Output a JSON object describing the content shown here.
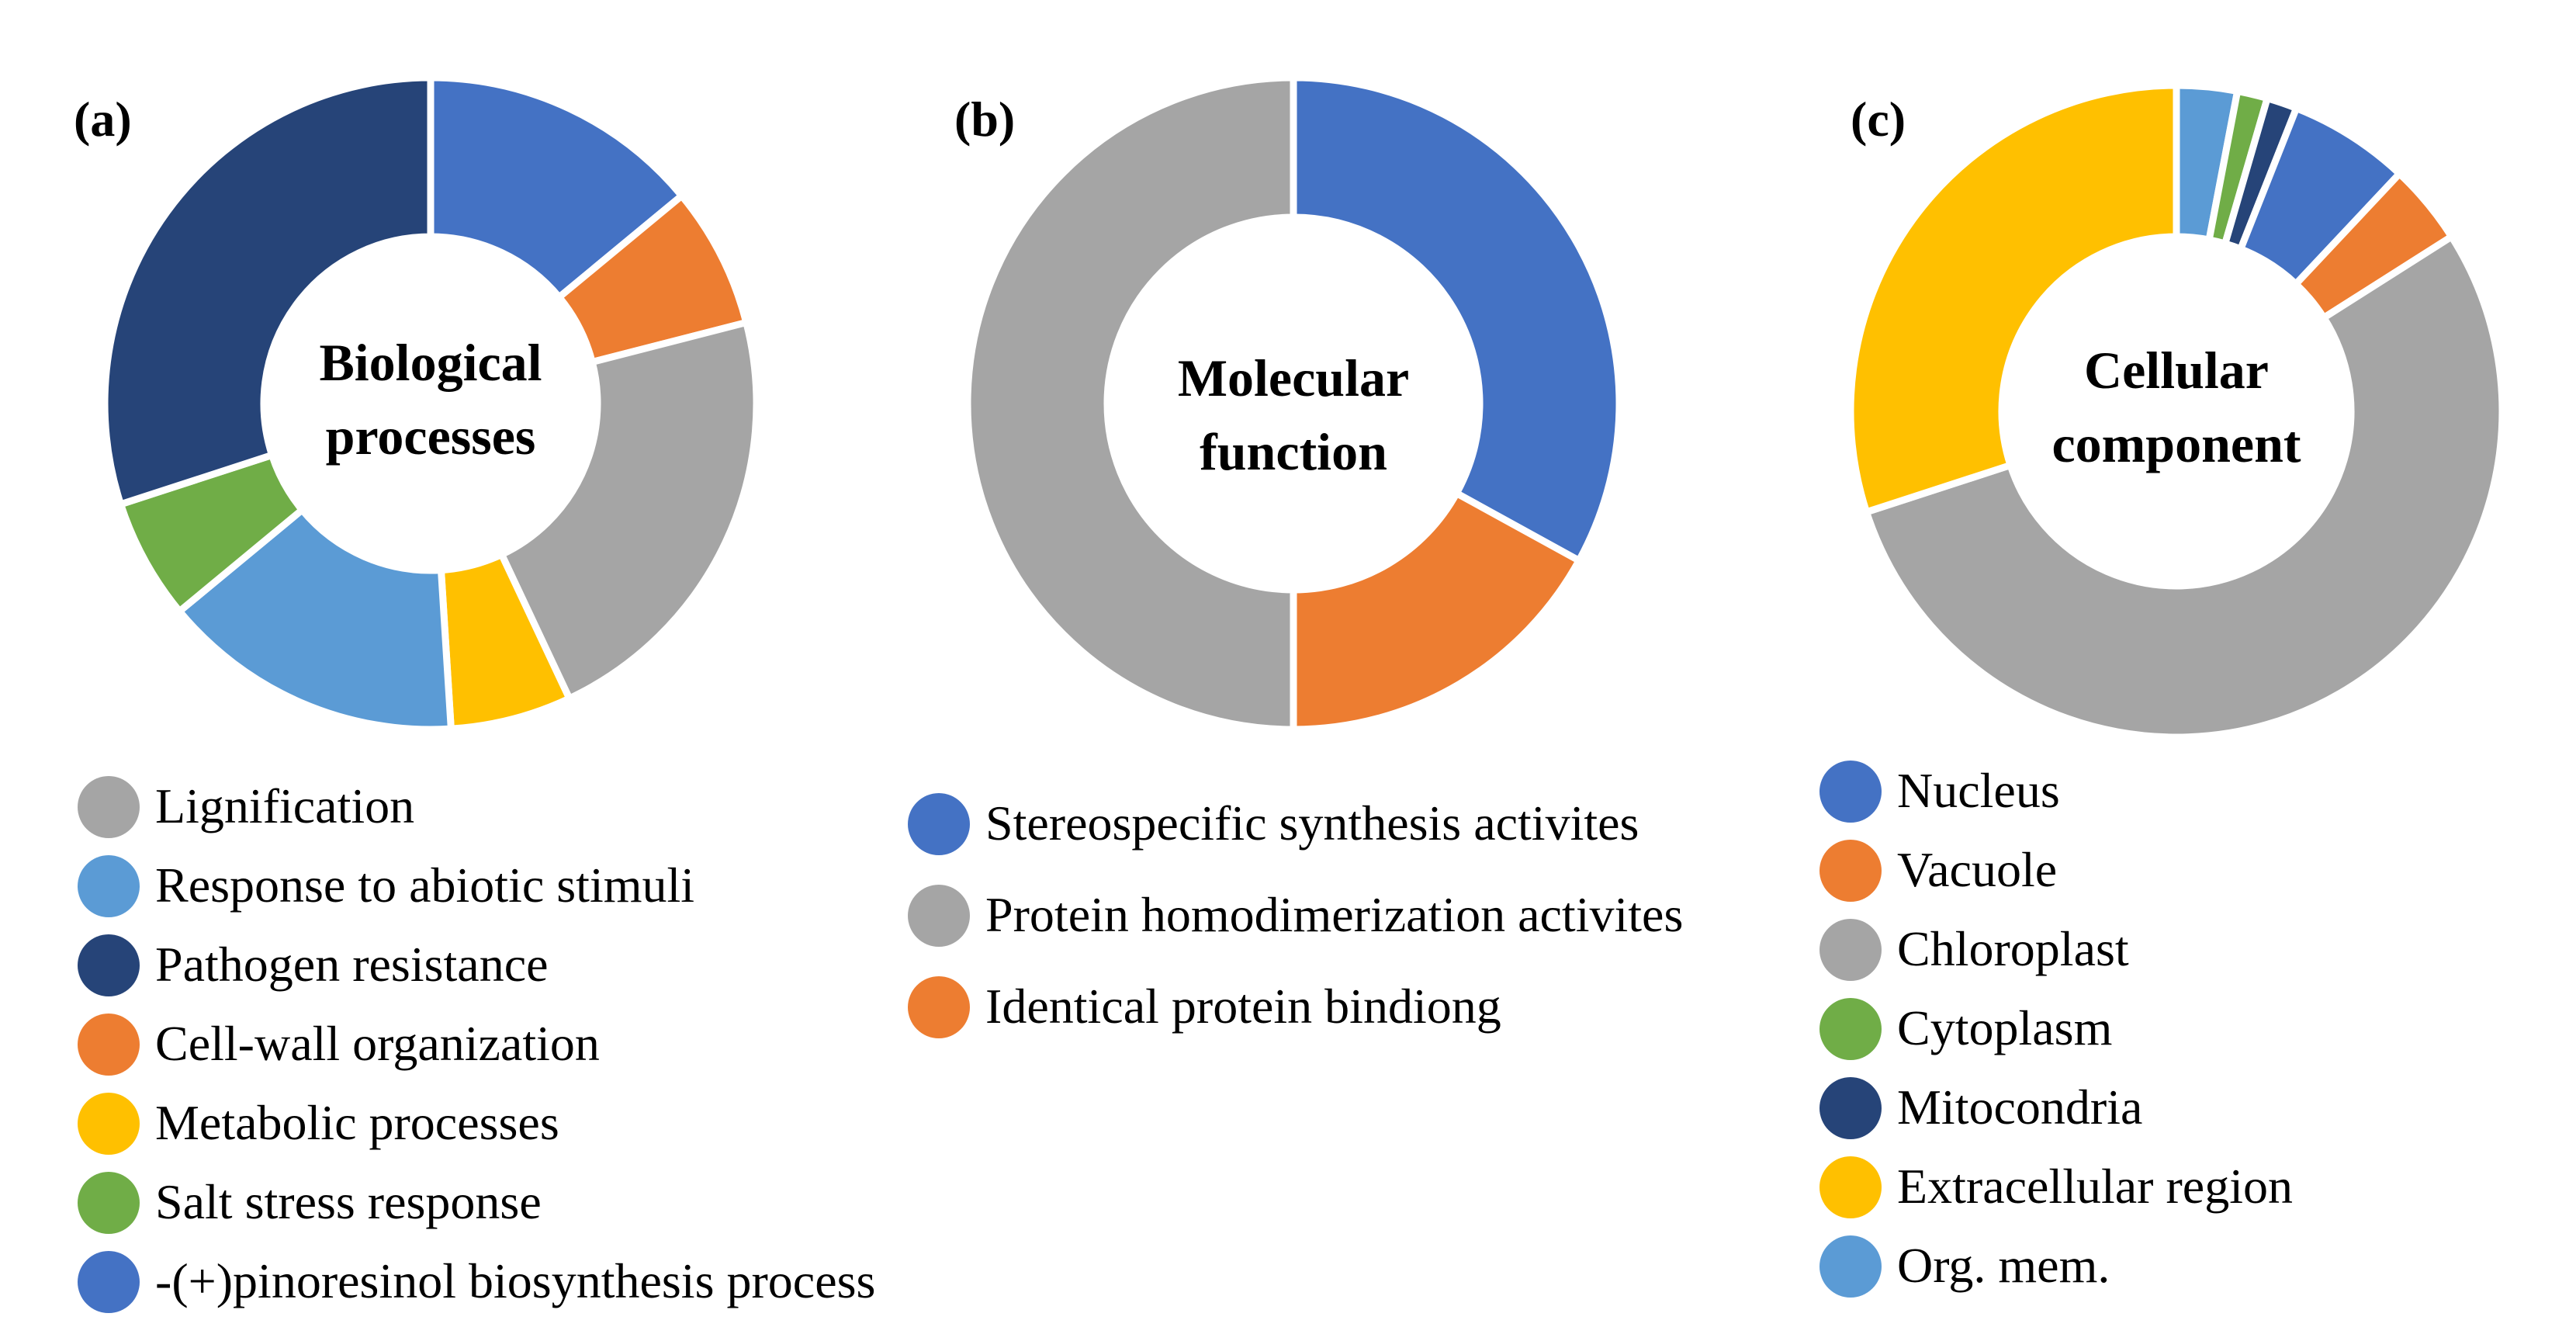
{
  "colors": {
    "blue": "#4472C4",
    "orange": "#ED7D31",
    "gray": "#A5A5A5",
    "yellow": "#FFC000",
    "light_blue": "#5B9BD5",
    "green": "#70AD47",
    "dark_blue": "#264478"
  },
  "chart_data": [
    {
      "type": "pie",
      "donut": true,
      "panel_label": "(a)",
      "center_label": [
        "Biological",
        "processes"
      ],
      "legend_order": [
        "Lignification",
        "Response to abiotic stimuli",
        "Pathogen resistance",
        "Cell-wall organization",
        "Metabolic processes",
        "Salt stress response",
        "-(+)pinoresinol biosynthesis process"
      ],
      "slices": [
        {
          "label": "-(+)pinoresinol biosynthesis process",
          "value": 14,
          "color": "#4472C4"
        },
        {
          "label": "Cell-wall organization",
          "value": 7,
          "color": "#ED7D31"
        },
        {
          "label": "Lignification",
          "value": 22,
          "color": "#A5A5A5"
        },
        {
          "label": "Metabolic processes",
          "value": 6,
          "color": "#FFC000"
        },
        {
          "label": "Response to abiotic stimuli",
          "value": 15,
          "color": "#5B9BD5"
        },
        {
          "label": "Salt stress response",
          "value": 6,
          "color": "#70AD47"
        },
        {
          "label": "Pathogen resistance",
          "value": 30,
          "color": "#264478"
        }
      ]
    },
    {
      "type": "pie",
      "donut": true,
      "panel_label": "(b)",
      "center_label": [
        "Molecular",
        "function"
      ],
      "legend_order": [
        "Stereospecific synthesis activites",
        "Protein homodimerization activites",
        "Identical protein bindiong"
      ],
      "slices": [
        {
          "label": "Stereospecific synthesis activites",
          "value": 33,
          "color": "#4472C4"
        },
        {
          "label": "Identical protein bindiong",
          "value": 17,
          "color": "#ED7D31"
        },
        {
          "label": "Protein homodimerization activites",
          "value": 50,
          "color": "#A5A5A5"
        }
      ]
    },
    {
      "type": "pie",
      "donut": true,
      "panel_label": "(c)",
      "center_label": [
        "Cellular",
        "component"
      ],
      "legend_order": [
        "Nucleus",
        "Vacuole",
        "Chloroplast",
        "Cytoplasm",
        "Mitocondria",
        "Extracellular region",
        "Org. mem."
      ],
      "slices": [
        {
          "label": "Org. mem.",
          "value": 3,
          "color": "#5B9BD5"
        },
        {
          "label": "Cytoplasm",
          "value": 1.5,
          "color": "#70AD47"
        },
        {
          "label": "Mitocondria",
          "value": 1.5,
          "color": "#264478"
        },
        {
          "label": "Nucleus",
          "value": 6,
          "color": "#4472C4"
        },
        {
          "label": "Vacuole",
          "value": 4,
          "color": "#ED7D31"
        },
        {
          "label": "Chloroplast",
          "value": 54,
          "color": "#A5A5A5"
        },
        {
          "label": "Extracellular region",
          "value": 30,
          "color": "#FFC000"
        }
      ]
    }
  ]
}
